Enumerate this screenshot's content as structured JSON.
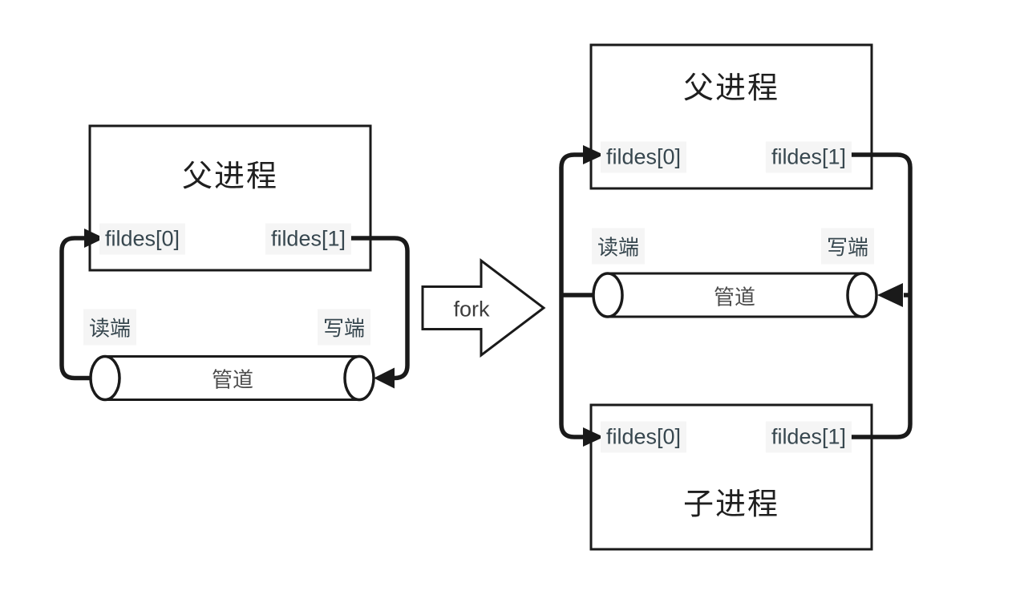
{
  "left_diagram": {
    "parent_title": "父进程",
    "fildes0": "fildes[0]",
    "fildes1": "fildes[1]",
    "read_end": "读端",
    "write_end": "写端",
    "pipe_label": "管道"
  },
  "fork_arrow": {
    "label": "fork"
  },
  "right_diagram": {
    "parent_title": "父进程",
    "parent_fildes0": "fildes[0]",
    "parent_fildes1": "fildes[1]",
    "read_end": "读端",
    "write_end": "写端",
    "pipe_label": "管道",
    "child_fildes0": "fildes[0]",
    "child_fildes1": "fildes[1]",
    "child_title": "子进程"
  },
  "colors": {
    "line": "#1a1a1a",
    "label_text": "#37474f",
    "label_bg": "#f5f5f5",
    "title_text": "#1f1f1f",
    "secondary_text": "#4d4d4d",
    "canvas_bg": "#ffffff"
  }
}
